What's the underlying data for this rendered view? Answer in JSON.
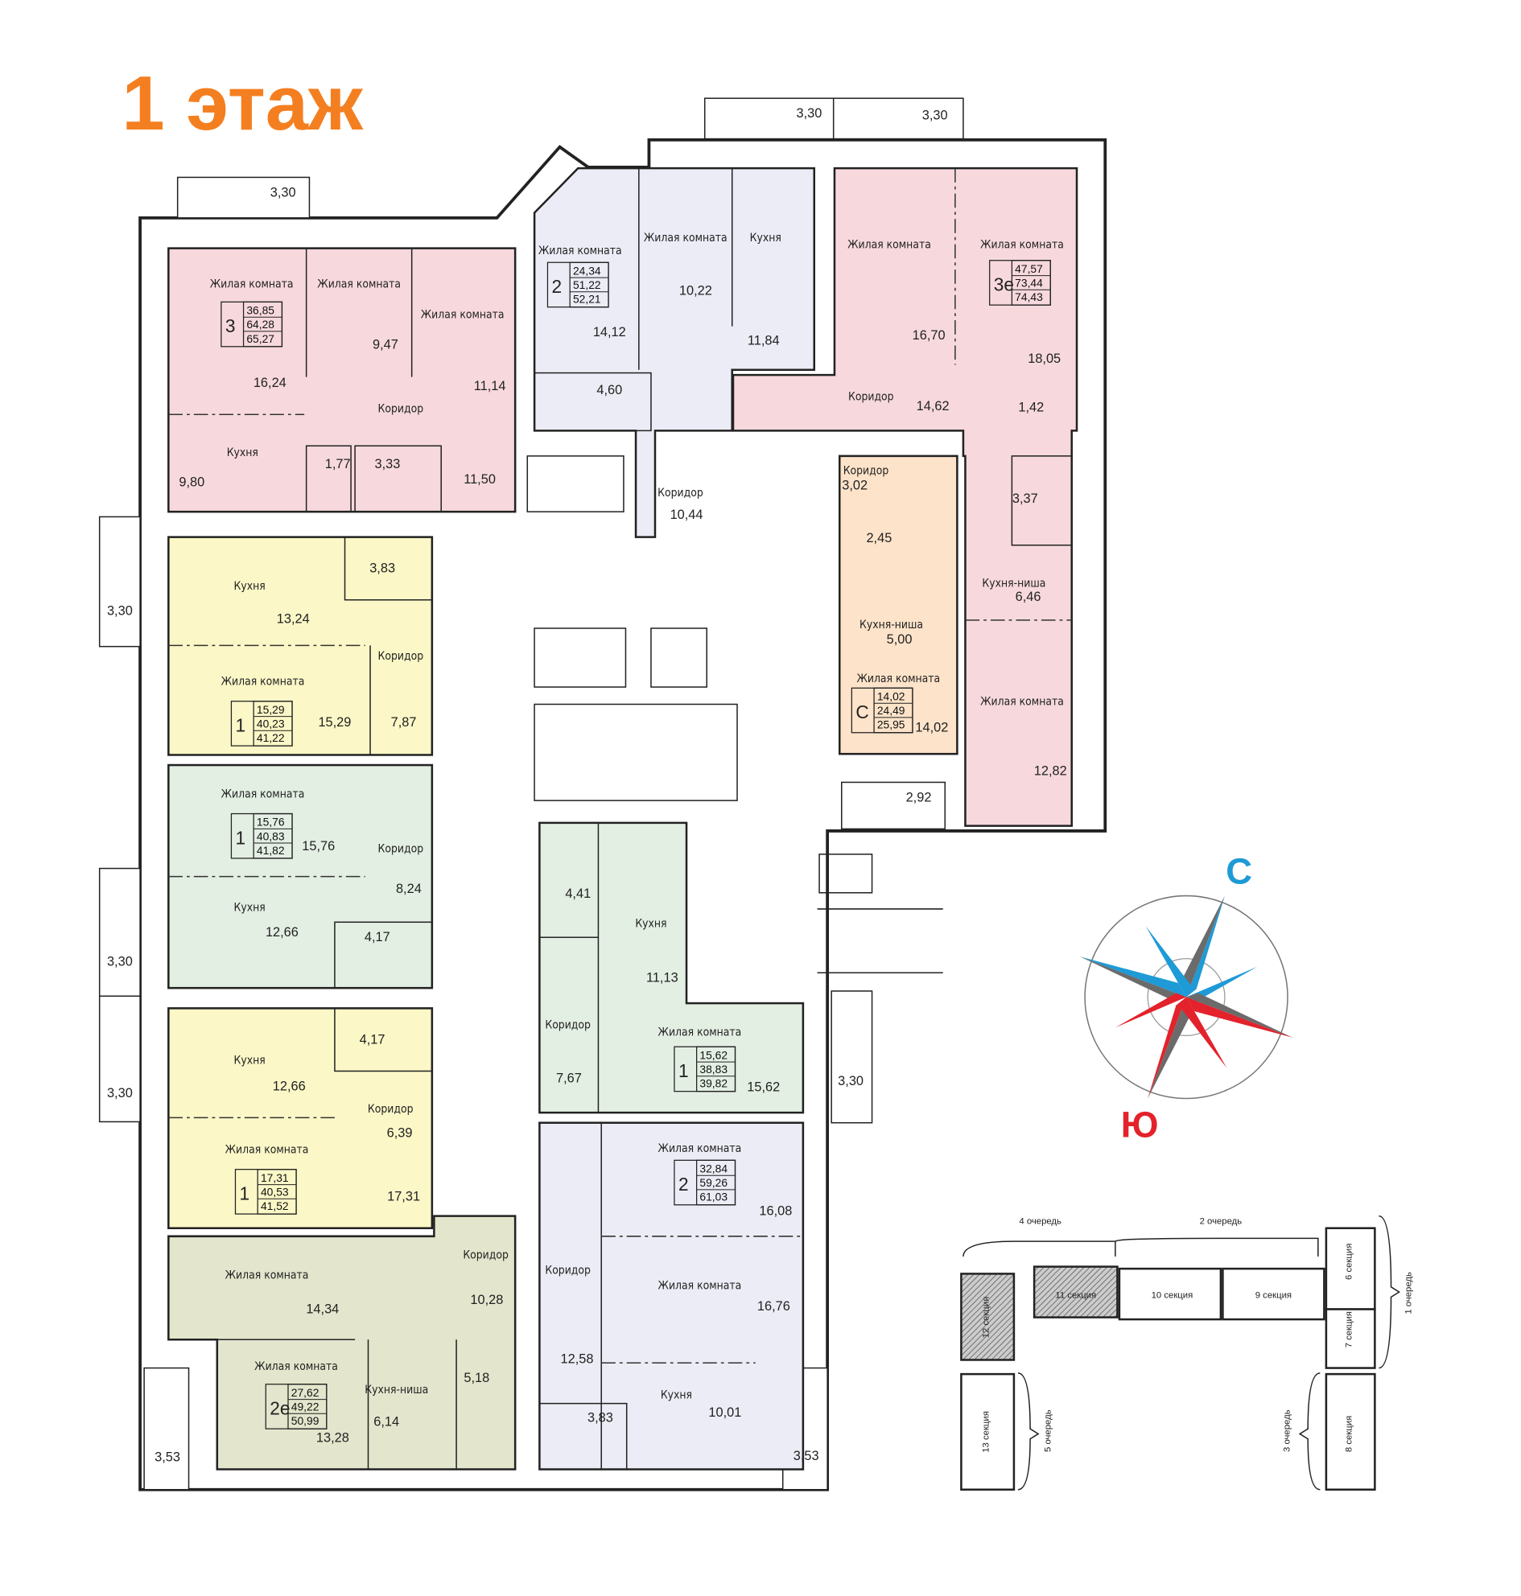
{
  "title": "1 этаж",
  "colors": {
    "title": "#f47f20",
    "pink": "#f7d9dd",
    "lavender": "#ececf6",
    "yellow": "#fbf7c7",
    "green": "#e3efe3",
    "peach": "#fde3c9",
    "olive": "#e3e6cc",
    "compass_blue": "#1e9ad6",
    "compass_red": "#e3222b"
  },
  "apartments": [
    {
      "badge": {
        "type": "3",
        "areas": [
          "36,85",
          "64,28",
          "65,27"
        ]
      },
      "rooms": [
        {
          "name": "Жилая комната",
          "area": "16,24"
        },
        {
          "name": "Жилая комната",
          "area": "9,47"
        },
        {
          "name": "Жилая комната",
          "area": "11,14"
        },
        {
          "name": "Коридор"
        },
        {
          "name": "Кухня",
          "area": "9,80"
        },
        {
          "area": "1,77"
        },
        {
          "area": "3,33"
        },
        {
          "area": "11,50"
        }
      ]
    },
    {
      "badge": {
        "type": "2",
        "areas": [
          "24,34",
          "51,22",
          "52,21"
        ]
      },
      "rooms": [
        {
          "name": "Жилая комната",
          "area": "14,12"
        },
        {
          "name": "Жилая комната",
          "area": "10,22"
        },
        {
          "name": "Кухня",
          "area": "11,84"
        },
        {
          "area": "4,60"
        },
        {
          "name": "Коридор",
          "area": "10,44"
        }
      ]
    },
    {
      "badge": {
        "type": "3е",
        "areas": [
          "47,57",
          "73,44",
          "74,43"
        ]
      },
      "rooms": [
        {
          "name": "Жилая комната",
          "area": "16,70"
        },
        {
          "name": "Жилая комната",
          "area": "18,05"
        },
        {
          "name": "Коридор",
          "area": "14,62"
        },
        {
          "area": "1,42"
        },
        {
          "area": "3,37"
        },
        {
          "name": "Кухня-ниша",
          "area": "6,46"
        },
        {
          "name": "Жилая комната",
          "area": "12,82"
        }
      ]
    },
    {
      "badge": {
        "type": "С",
        "areas": [
          "14,02",
          "24,49",
          "25,95"
        ]
      },
      "rooms": [
        {
          "name": "Коридор",
          "area": "3,02"
        },
        {
          "area": "2,45"
        },
        {
          "name": "Кухня-ниша",
          "area": "5,00"
        },
        {
          "name": "Жилая комната",
          "area": "14,02"
        },
        {
          "area": "2,92"
        }
      ]
    },
    {
      "badge": {
        "type": "1",
        "areas": [
          "15,29",
          "40,23",
          "41,22"
        ]
      },
      "rooms": [
        {
          "name": "Кухня",
          "area": "13,24"
        },
        {
          "area": "3,83"
        },
        {
          "name": "Коридор",
          "area": "7,87"
        },
        {
          "name": "Жилая комната",
          "area": "15,29"
        }
      ]
    },
    {
      "badge": {
        "type": "1",
        "areas": [
          "15,76",
          "40,83",
          "41,82"
        ]
      },
      "rooms": [
        {
          "name": "Жилая комната",
          "area": "15,76"
        },
        {
          "name": "Коридор",
          "area": "8,24"
        },
        {
          "name": "Кухня",
          "area": "12,66"
        },
        {
          "area": "4,17"
        }
      ]
    },
    {
      "badge": {
        "type": "1",
        "areas": [
          "17,31",
          "40,53",
          "41,52"
        ]
      },
      "rooms": [
        {
          "name": "Кухня",
          "area": "12,66"
        },
        {
          "area": "4,17"
        },
        {
          "name": "Коридор",
          "area": "6,39"
        },
        {
          "name": "Жилая комната",
          "area": "17,31"
        }
      ]
    },
    {
      "badge": {
        "type": "2е",
        "areas": [
          "27,62",
          "49,22",
          "50,99"
        ]
      },
      "rooms": [
        {
          "name": "Жилая комната",
          "area": "14,34"
        },
        {
          "name": "Коридор",
          "area": "10,28"
        },
        {
          "name": "Жилая комната",
          "area": "13,28"
        },
        {
          "name": "Кухня-ниша",
          "area": "6,14"
        },
        {
          "area": "5,18"
        }
      ]
    },
    {
      "badge": {
        "type": "1",
        "areas": [
          "15,62",
          "38,83",
          "39,82"
        ]
      },
      "rooms": [
        {
          "area": "4,41"
        },
        {
          "name": "Кухня",
          "area": "11,13"
        },
        {
          "name": "Коридор",
          "area": "7,67"
        },
        {
          "name": "Жилая комната",
          "area": "15,62"
        }
      ]
    },
    {
      "badge": {
        "type": "2",
        "areas": [
          "32,84",
          "59,26",
          "61,03"
        ]
      },
      "rooms": [
        {
          "name": "Жилая комната",
          "area": "16,08"
        },
        {
          "name": "Жилая комната",
          "area": "16,76"
        },
        {
          "name": "Коридор",
          "area": "12,58"
        },
        {
          "area": "3,83"
        },
        {
          "name": "Кухня",
          "area": "10,01"
        }
      ]
    }
  ],
  "balconies": [
    "3,30",
    "3,30",
    "3,30",
    "3,30",
    "3,30",
    "3,30",
    "3,30",
    "3,53",
    "3,53"
  ],
  "compass": {
    "north": "С",
    "south": "Ю"
  },
  "key_plan": {
    "queues": [
      "4 очередь",
      "2 очередь",
      "1 очередь",
      "3 очередь",
      "5 очередь"
    ],
    "sections": [
      "6 секция",
      "7 секция",
      "8 секция",
      "9 секция",
      "10 секция",
      "11 секция",
      "12 секция",
      "13 секция"
    ]
  }
}
